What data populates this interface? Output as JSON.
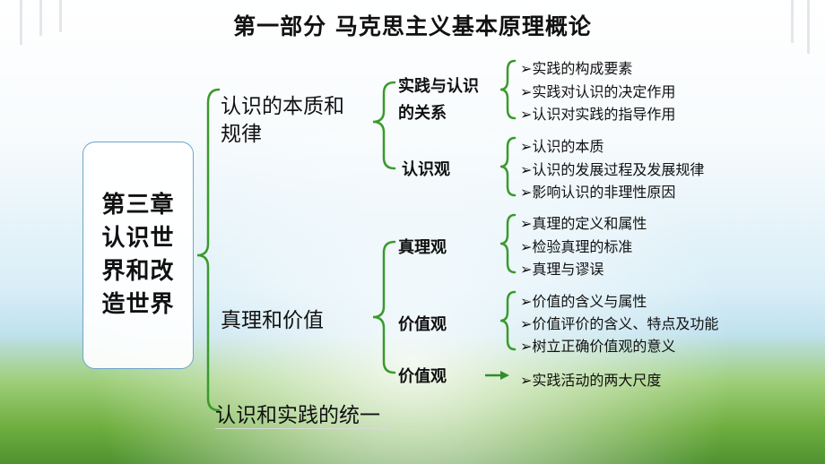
{
  "title": "第一部分 马克思主义基本原理概论",
  "chapter": "第三章认识世界和改造世界",
  "colors": {
    "bracket": "#3a9a2c",
    "box_border": "#6fa3c7",
    "arrow": "#2f8f2a"
  },
  "branches": {
    "cognition": {
      "label": "认识的本质和规律",
      "practice_relation": {
        "label": "实践与认识的关系",
        "items": [
          "➢实践的构成要素",
          "➢实践对认识的决定作用",
          "➢认识对实践的指导作用"
        ]
      },
      "epistemology": {
        "label": "认识观",
        "items": [
          "➢认识的本质",
          "➢认识的发展过程及发展规律",
          "➢影响认识的非理性原因"
        ]
      }
    },
    "truth_value": {
      "label": "真理和价值",
      "truth_view": {
        "label": "真理观",
        "items": [
          "➢真理的定义和属性",
          "➢检验真理的标准",
          "➢真理与谬误"
        ]
      },
      "value_view": {
        "label": "价值观",
        "items": [
          "➢价值的含义与属性",
          "➢价值评价的含义、特点及功能",
          "➢树立正确价值观的意义"
        ]
      },
      "value_view2": {
        "label": "价值观",
        "items": [
          "➢实践活动的两大尺度"
        ]
      }
    },
    "unity": {
      "label": "认识和实践的统一"
    }
  }
}
